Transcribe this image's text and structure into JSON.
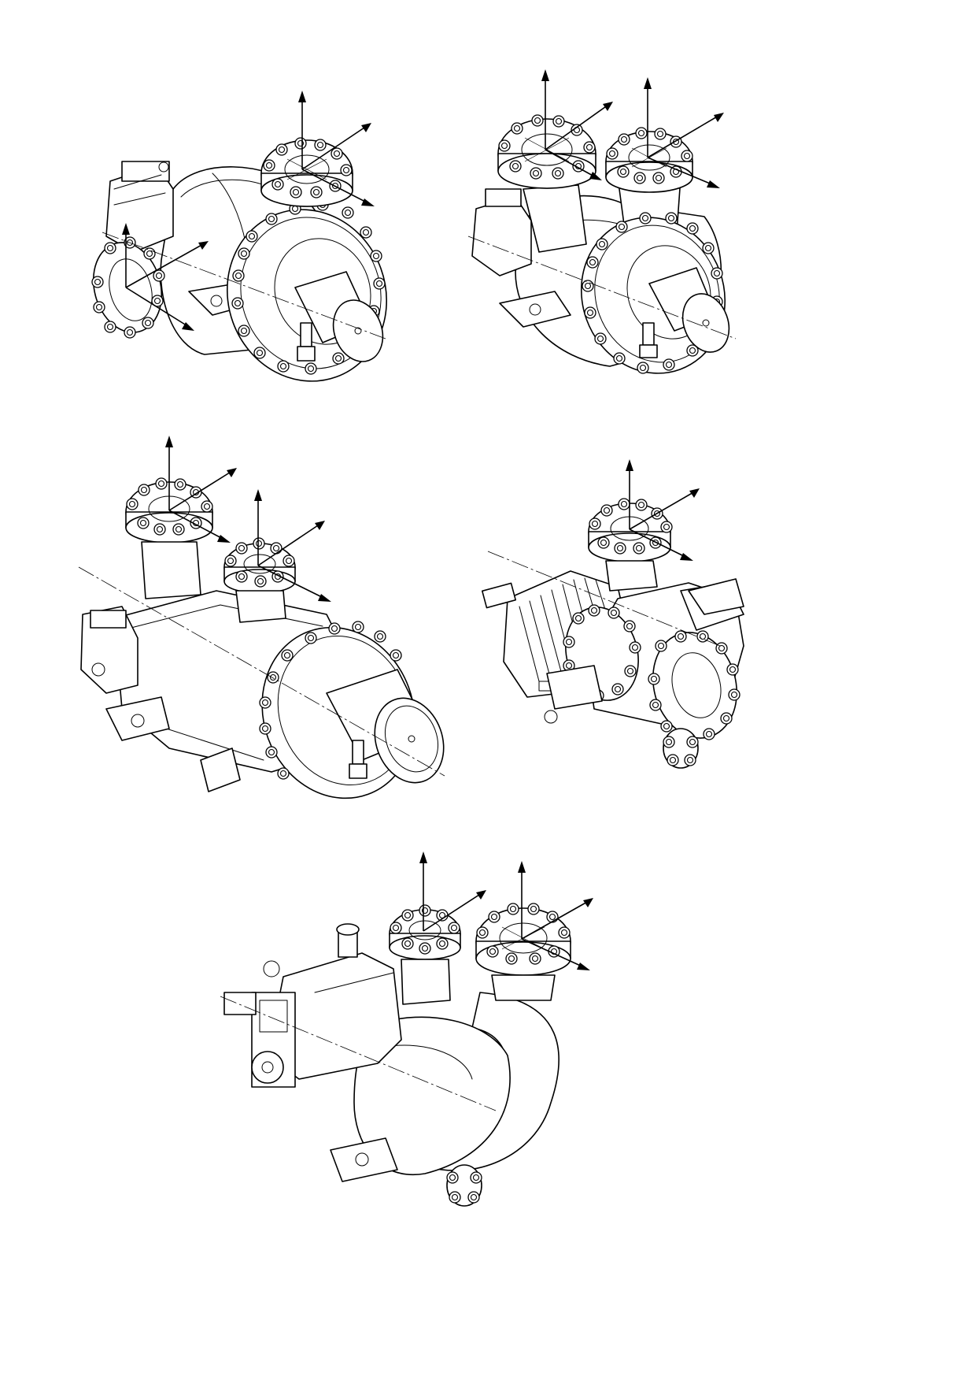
{
  "figures": [
    {
      "id": "pump-a",
      "icon": "pump-side-suction-isometric"
    },
    {
      "id": "pump-b",
      "icon": "pump-top-top-isometric"
    },
    {
      "id": "pump-c",
      "icon": "pump-multistage-isometric"
    },
    {
      "id": "pump-d",
      "icon": "pump-close-coupled-isometric"
    },
    {
      "id": "pump-e",
      "icon": "pump-overhung-elbow-isometric"
    }
  ],
  "colors": {
    "line": "#000000",
    "paper": "#ffffff"
  }
}
